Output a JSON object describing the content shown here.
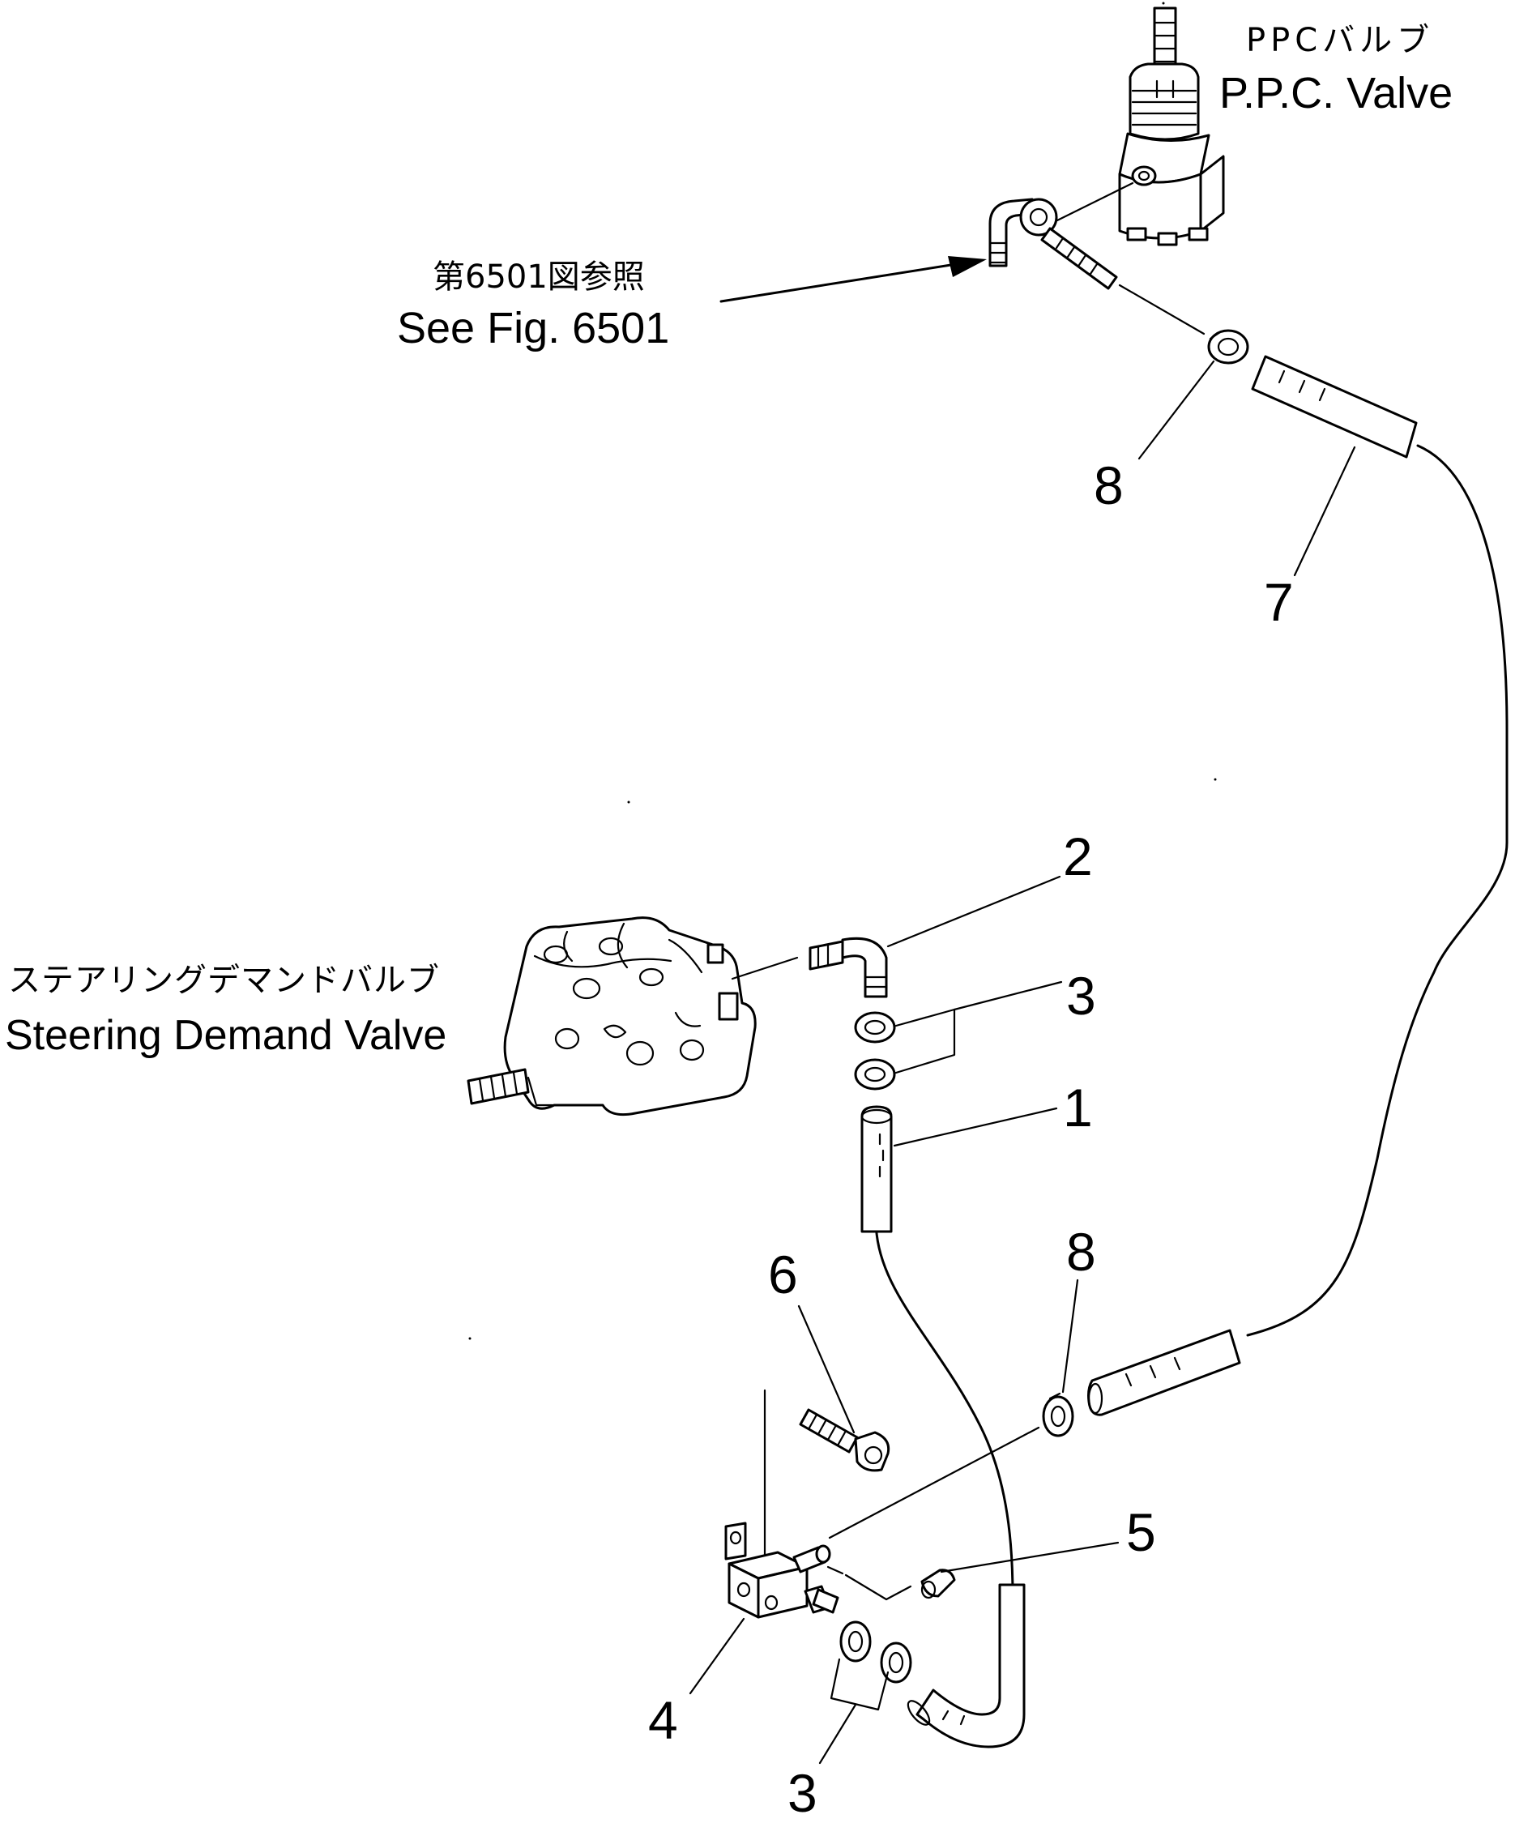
{
  "labels": {
    "ppc_valve_jp": "PPCバルブ",
    "ppc_valve_en": "P.P.C. Valve",
    "see_fig_jp": "第6501図参照",
    "see_fig_en": "See Fig. 6501",
    "steering_valve_jp": "ステアリングデマンドバルブ",
    "steering_valve_en": "Steering Demand Valve"
  },
  "callouts": {
    "c1": "1",
    "c2": "2",
    "c3_upper": "3",
    "c3_lower": "3",
    "c4": "4",
    "c5": "5",
    "c6": "6",
    "c7": "7",
    "c8_upper": "8",
    "c8_lower": "8"
  }
}
